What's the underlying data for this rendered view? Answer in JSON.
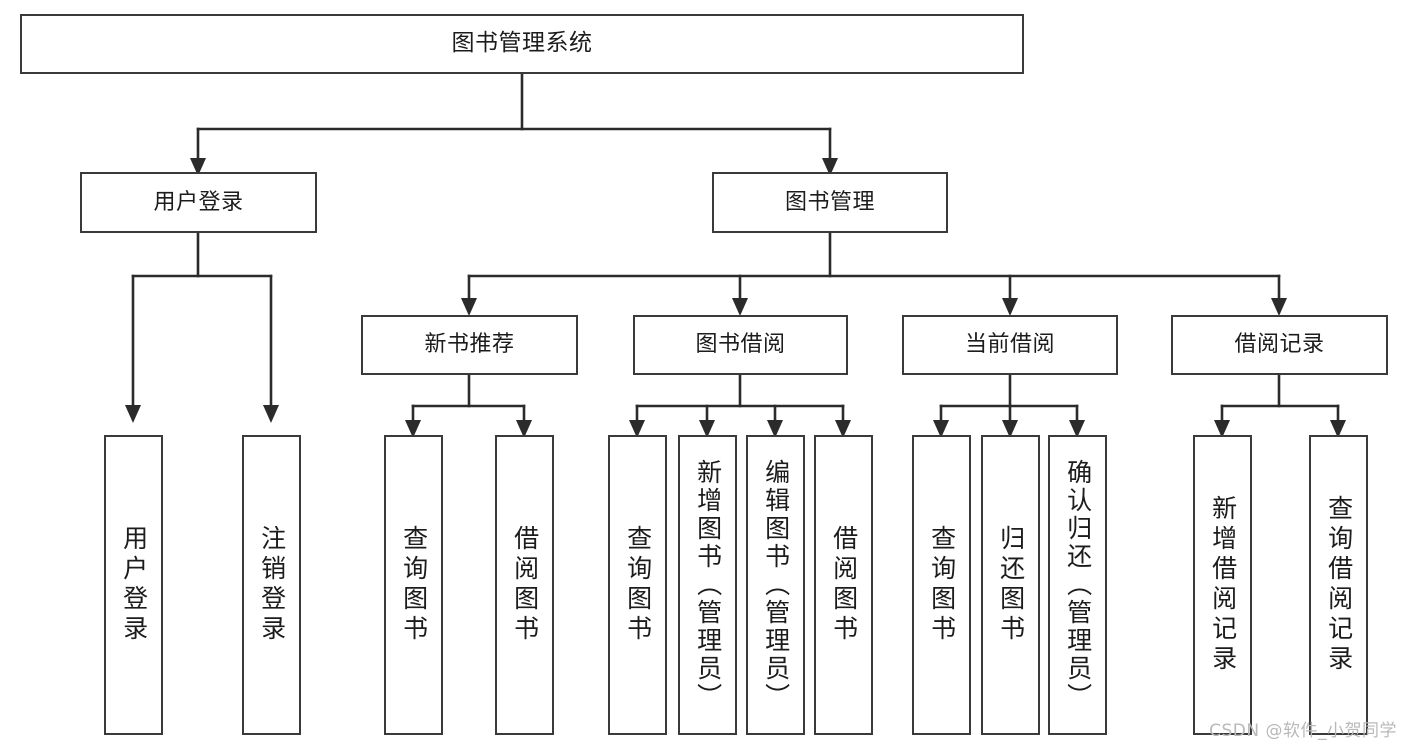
{
  "diagram": {
    "type": "tree",
    "title": "图书管理系统",
    "watermark": "CSDN @软件_小贺同学",
    "nodes": {
      "root": "图书管理系统",
      "level1": [
        "用户登录",
        "图书管理"
      ],
      "level2": [
        "新书推荐",
        "图书借阅",
        "当前借阅",
        "借阅记录"
      ],
      "leaves": {
        "user_login": [
          "用户登录",
          "注销登录"
        ],
        "new_book": [
          "查询图书",
          "借阅图书"
        ],
        "book_borrow": [
          "查询图书",
          "新增图书（管理员）",
          "编辑图书（管理员）",
          "借阅图书"
        ],
        "current_borrow": [
          "查询图书",
          "归还图书",
          "确认归还（管理员）"
        ],
        "borrow_record": [
          "新增借阅记录",
          "查询借阅记录"
        ]
      }
    },
    "edges": [
      {
        "from": "图书管理系统",
        "to": "用户登录"
      },
      {
        "from": "图书管理系统",
        "to": "图书管理"
      },
      {
        "from": "图书管理",
        "to": "新书推荐"
      },
      {
        "from": "图书管理",
        "to": "图书借阅"
      },
      {
        "from": "图书管理",
        "to": "当前借阅"
      },
      {
        "from": "图书管理",
        "to": "借阅记录"
      },
      {
        "from": "用户登录",
        "to": "用户登录"
      },
      {
        "from": "用户登录",
        "to": "注销登录"
      },
      {
        "from": "新书推荐",
        "to": "查询图书"
      },
      {
        "from": "新书推荐",
        "to": "借阅图书"
      },
      {
        "from": "图书借阅",
        "to": "查询图书"
      },
      {
        "from": "图书借阅",
        "to": "新增图书（管理员）"
      },
      {
        "from": "图书借阅",
        "to": "编辑图书（管理员）"
      },
      {
        "from": "图书借阅",
        "to": "借阅图书"
      },
      {
        "from": "当前借阅",
        "to": "查询图书"
      },
      {
        "from": "当前借阅",
        "to": "归还图书"
      },
      {
        "from": "当前借阅",
        "to": "确认归还（管理员）"
      },
      {
        "from": "借阅记录",
        "to": "新增借阅记录"
      },
      {
        "from": "借阅记录",
        "to": "查询借阅记录"
      }
    ],
    "colors": {
      "border": "#3a3a3a",
      "edge": "#2b2b2b",
      "text": "#1c1c1c",
      "background": "#ffffff",
      "watermark": "#b9b9b9"
    }
  }
}
